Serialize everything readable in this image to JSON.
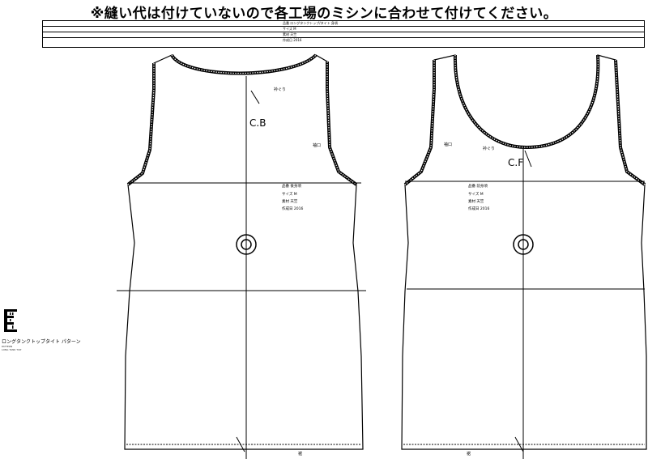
{
  "notice": "※縫い代は付けていないので各工場のミシンに合わせて付けてください。",
  "spec_lines": [
    "品番 ロングタンクトップ/タイト 身頃",
    "サイズ M",
    "素材 天竺",
    "作成日 2016"
  ],
  "back_view": {
    "center_label": "C.B",
    "neck_label": "衿ぐり",
    "armhole_label": "袖口",
    "hem_label": "裾",
    "part_info": [
      "品番 後身頃",
      "サイズ M",
      "素材 天竺",
      "作成日 2016"
    ]
  },
  "front_view": {
    "center_label": "C.F",
    "neck_label": "衿ぐり",
    "armhole_label": "袖口",
    "hem_label": "裾",
    "part_info": [
      "品番 前身頃",
      "サイズ M",
      "素材 天竺",
      "作成日 2016"
    ]
  },
  "side_panel": {
    "title": "ロングタンクトップタイト パターン",
    "sub_lines": [
      "PATTERN",
      "LONG TANK TOP"
    ]
  }
}
